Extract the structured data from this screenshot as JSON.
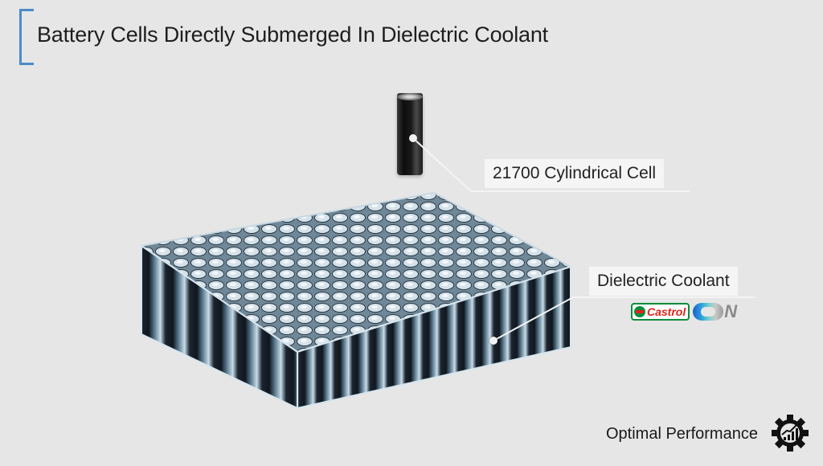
{
  "slide": {
    "title": "Battery Cells Directly Submerged In Dielectric Coolant",
    "accent_color": "#4a8cc7",
    "background_color": "#e6e6e6"
  },
  "diagram": {
    "single_cell": {
      "icon": "cylindrical-battery-cell",
      "label": "21700 Cylindrical Cell"
    },
    "battery_pack": {
      "icon": "submerged-battery-pack",
      "label": "Dielectric Coolant"
    },
    "brands": {
      "castrol": "Castrol",
      "on_logo": "N"
    }
  },
  "footer": {
    "text": "Optimal Performance",
    "icon": "gear-chart-icon"
  }
}
